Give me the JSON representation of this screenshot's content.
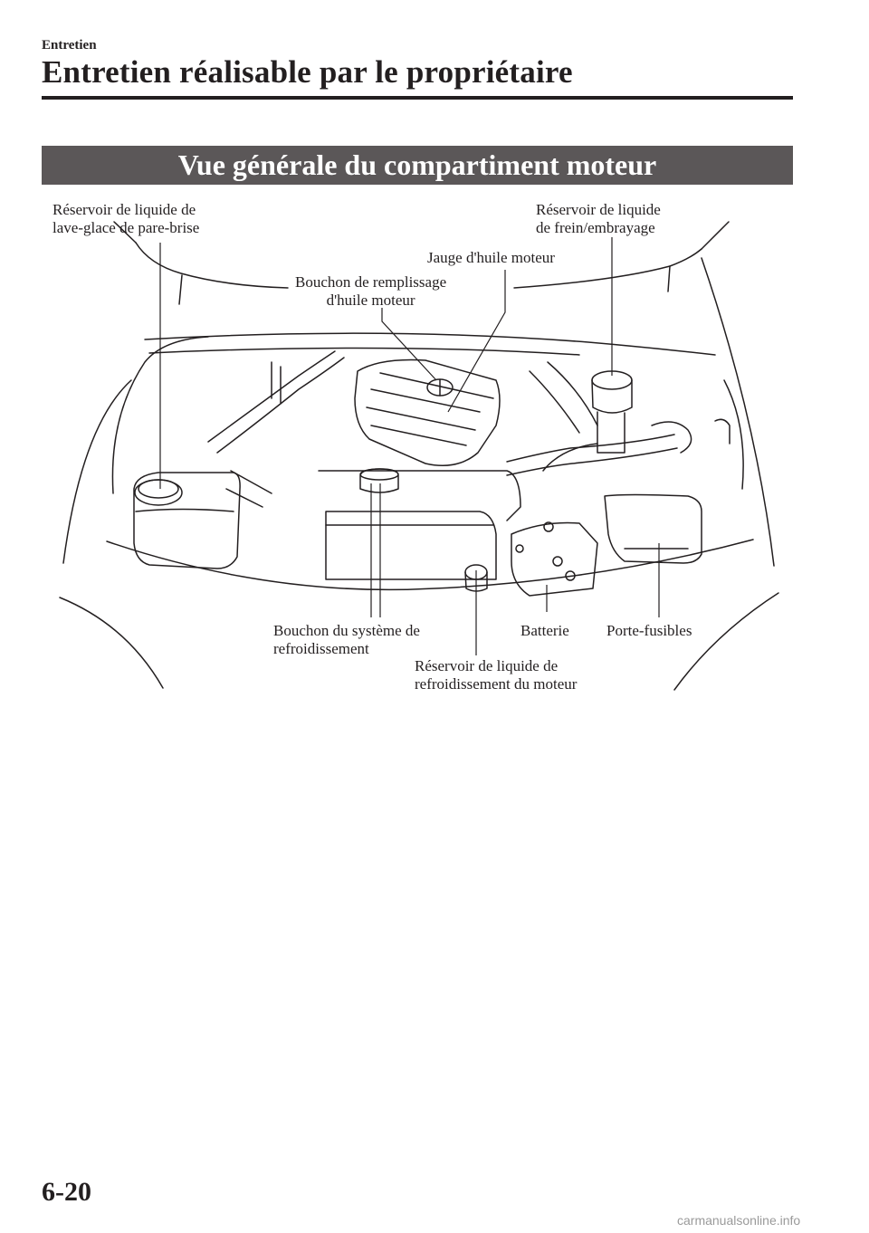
{
  "header": {
    "section": "Entretien",
    "title": "Entretien réalisable par le propriétaire"
  },
  "banner": {
    "title": "Vue générale du compartiment moteur"
  },
  "labels": {
    "washer": [
      "Réservoir de liquide de",
      "lave-glace de pare-brise"
    ],
    "brake": [
      "Réservoir de liquide",
      "de frein/embrayage"
    ],
    "dipstick": "Jauge d'huile moteur",
    "oil_cap": [
      "Bouchon de remplissage",
      "d'huile moteur"
    ],
    "radiator_cap": [
      "Bouchon du système de",
      "refroidissement"
    ],
    "coolant": [
      "Réservoir de liquide de",
      "refroidissement du moteur"
    ],
    "battery": "Batterie",
    "fuse": "Porte-fusibles"
  },
  "footer": {
    "page_number": "6-20",
    "watermark": "carmanualsonline.info"
  }
}
